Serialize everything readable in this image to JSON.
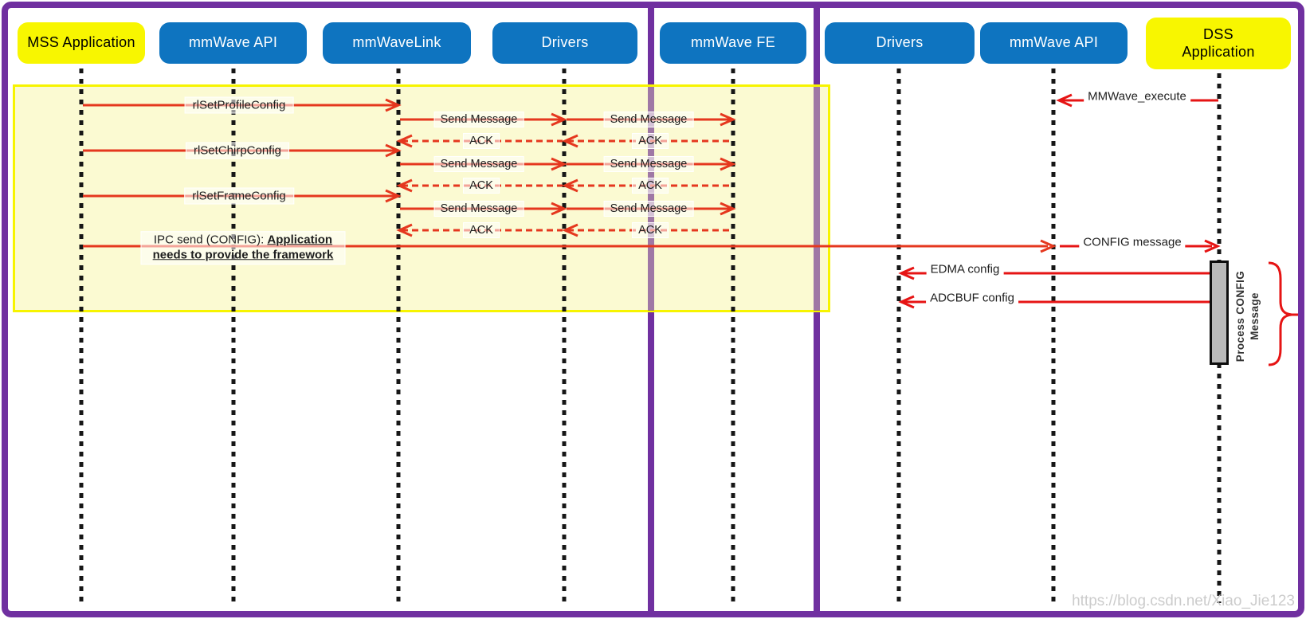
{
  "diagram": {
    "participants": [
      {
        "label": "MSS Application",
        "type": "yellow"
      },
      {
        "label": "mmWave API",
        "type": "blue"
      },
      {
        "label": "mmWaveLink",
        "type": "blue"
      },
      {
        "label": "Drivers",
        "type": "blue"
      },
      {
        "label": "mmWave FE",
        "type": "blue"
      },
      {
        "label": "Drivers",
        "type": "blue"
      },
      {
        "label": "mmWave API",
        "type": "blue"
      },
      {
        "label": "DSS Application",
        "type": "yellow"
      }
    ],
    "messages": {
      "rl_set_profile": "rlSetProfileConfig",
      "rl_set_chirp": "rlSetChirpConfig",
      "rl_set_frame": "rlSetFrameConfig",
      "send_message": "Send Message",
      "ack": "ACK",
      "ipc_prefix": "IPC send (CONFIG): ",
      "ipc_emphasis": "Application needs to provide the framework",
      "config_message": "CONFIG message",
      "mmwave_execute": "MMWave_execute",
      "edma_config": "EDMA config",
      "adcbuf_config": "ADCBUF config"
    },
    "activation_note": {
      "line1": "Process  CONFIG",
      "line2": "Message"
    }
  },
  "colors": {
    "frame_purple": "#7030a0",
    "participant_blue": "#0e74c0",
    "participant_yellow": "#f8f600",
    "highlight_fill": "#fbfad2",
    "highlight_border": "#f7f400",
    "arrow_red_left": "#e5371e",
    "arrow_red_right": "#e61414",
    "activation_gray": "#b9b9b9"
  },
  "watermark": "https://blog.csdn.net/Xiao_Jie123"
}
